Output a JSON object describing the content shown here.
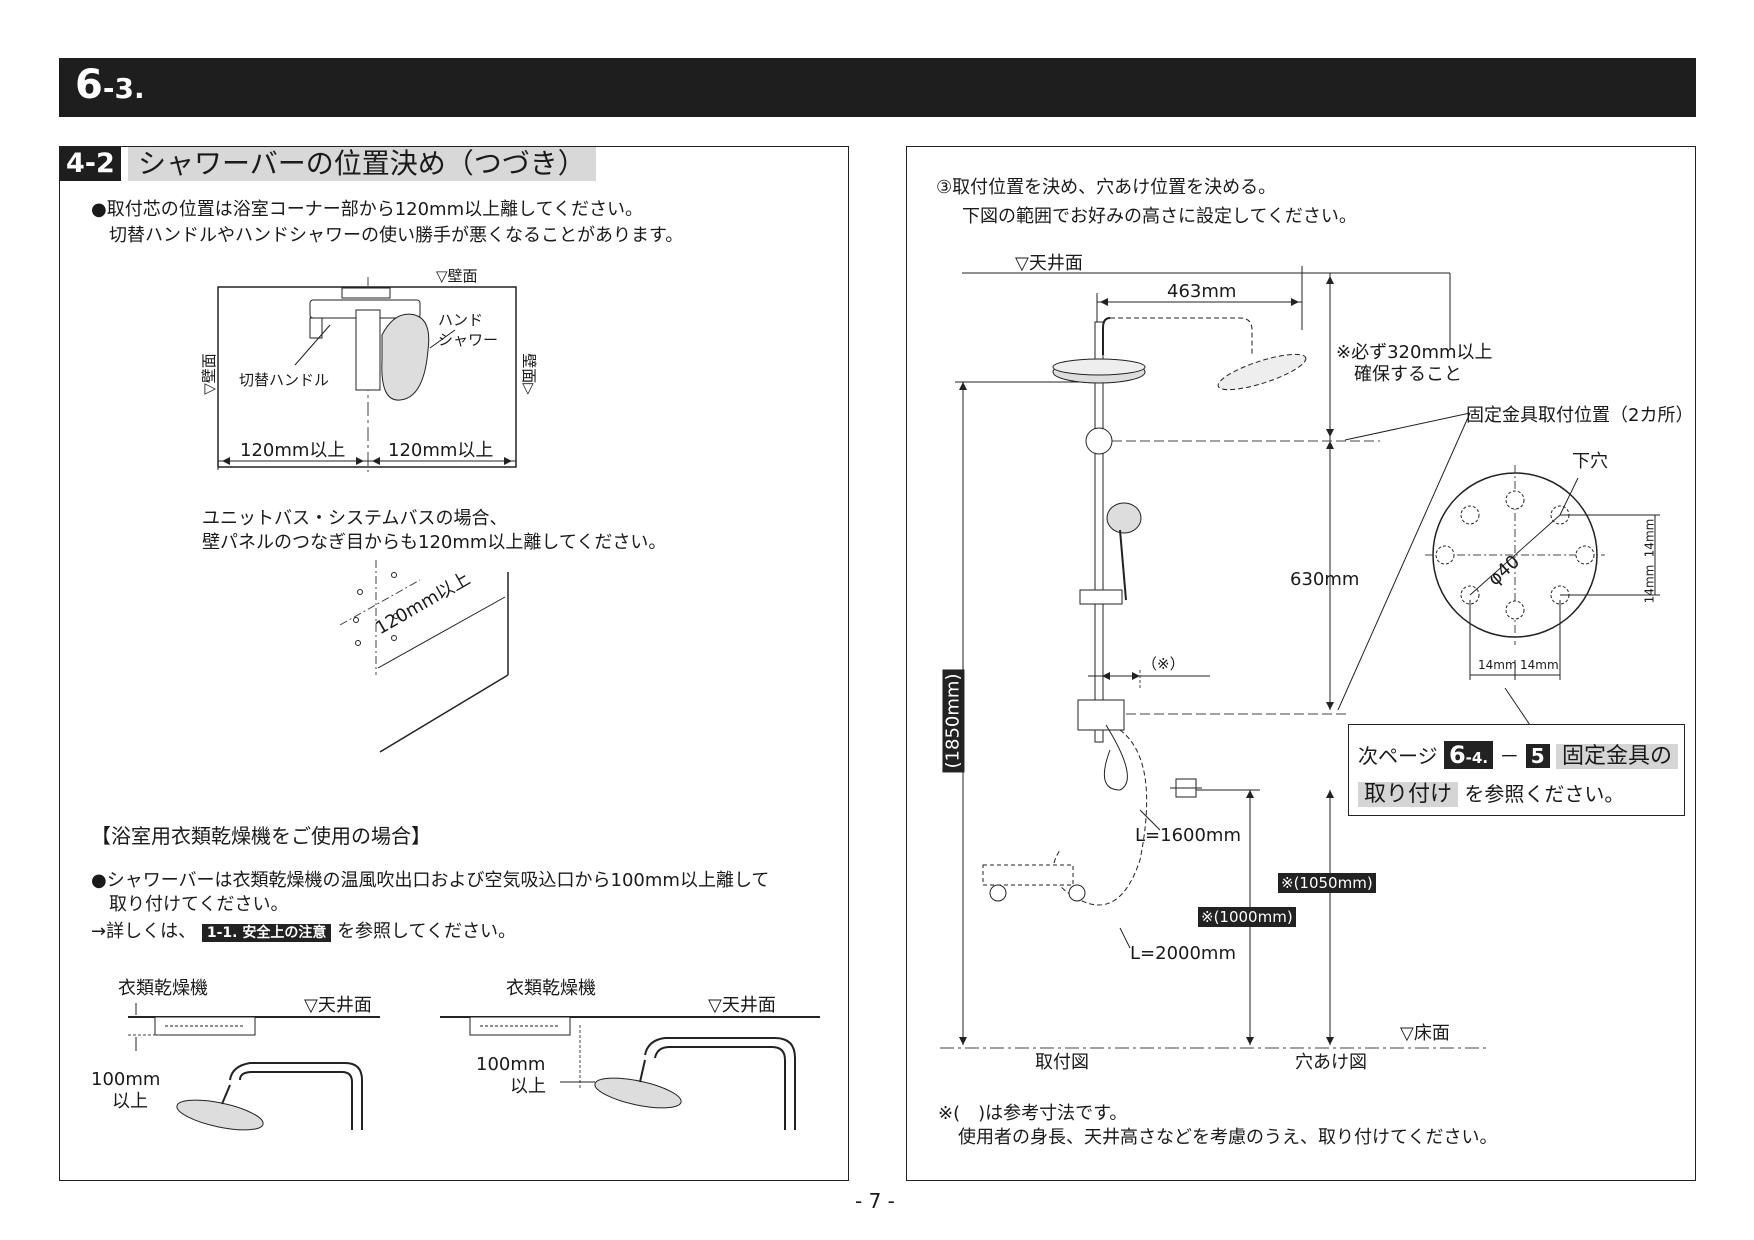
{
  "header": {
    "section_num": "6",
    "section_sub": "-3."
  },
  "left": {
    "tag": "4-2",
    "title": "シャワーバーの位置決め（つづき）",
    "bullet1_line1": "●取付芯の位置は浴室コーナー部から120mm以上離してください。",
    "bullet1_line2": "切替ハンドルやハンドシャワーの使い勝手が悪くなることがあります。",
    "fig1": {
      "wall_top": "▽壁面",
      "wall_left": "▽壁面",
      "wall_right": "壁面▷",
      "hand_shower_1": "ハンド",
      "hand_shower_2": "シャワー",
      "switch_handle": "切替ハンドル",
      "dim_left": "120mm以上",
      "dim_right": "120mm以上"
    },
    "unitbath_line1": "ユニットバス・システムバスの場合、",
    "unitbath_line2": "壁パネルのつなぎ目からも120mm以上離してください。",
    "fig2_dim": "120mm以上",
    "dryer_heading": "【浴室用衣類乾燥機をご使用の場合】",
    "dryer_line1": "●シャワーバーは衣類乾燥機の温風吹出口および空気吸込口から100mm以上離して",
    "dryer_line2": "取り付けてください。",
    "dryer_line3_pre": "→詳しくは、",
    "dryer_ref": "1-1. 安全上の注意",
    "dryer_line3_post": "を参照してください。",
    "fig3": {
      "dryer_label": "衣類乾燥機",
      "ceiling": "▽天井面",
      "dim_1": "100mm",
      "dim_2": "以上"
    },
    "fig4": {
      "dryer_label": "衣類乾燥機",
      "ceiling": "▽天井面",
      "dim_1": "100mm",
      "dim_2": "以上"
    }
  },
  "right": {
    "step_line1": "③取付位置を決め、穴あけ位置を決める。",
    "step_line2": "下図の範囲でお好みの高さに設定してください。",
    "ceiling": "▽天井面",
    "dim_463": "463mm",
    "note_320_1": "※必ず320mm以上",
    "note_320_2": "確保すること",
    "bracket_pos": "固定金具取付位置（2カ所）",
    "pilot_hole": "下穴",
    "phi40": "φ40",
    "dim_14_v1": "14mm",
    "dim_14_v2": "14mm",
    "dim_14_h1": "14mm",
    "dim_14_h2": "14mm",
    "dim_630": "630mm",
    "dim_ref": "（※）",
    "dim_1850": "(1850mm)",
    "ref_next_pre": "次ページ",
    "ref_next_sec": "6",
    "ref_next_sec_sub": "-4.",
    "ref_dash": "－",
    "ref_next_num": "5",
    "ref_next_title": "固定金具の",
    "ref_next_title2": "取り付け",
    "ref_next_post": "を参照ください。",
    "hose_1600": "L=1600mm",
    "hose_2000": "L=2000mm",
    "dim_1050": "※(1050mm)",
    "dim_1000": "※(1000mm)",
    "floor": "▽床面",
    "caption_install": "取付図",
    "caption_drill": "穴あけ図",
    "footnote_1": "※(　)は参考寸法です。",
    "footnote_2": "使用者の身長、天井高さなどを考慮のうえ、取り付けてください。"
  },
  "page_number": "- 7 -"
}
